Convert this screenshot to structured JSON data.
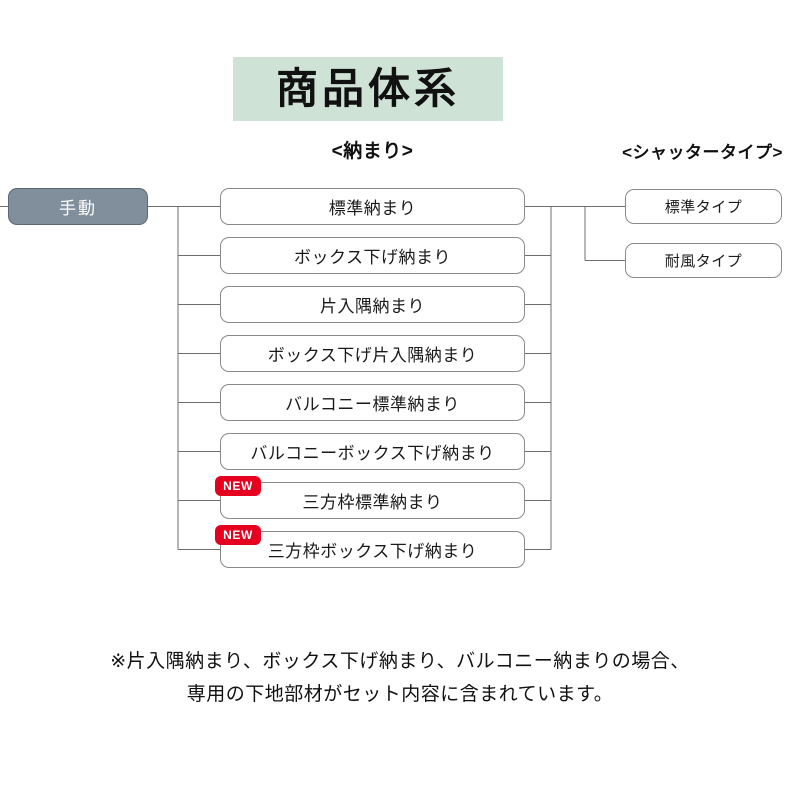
{
  "title": {
    "text": "商品体系",
    "banner_color": "#cfe2d6"
  },
  "columns": {
    "osamari_header": "<納まり>",
    "shutter_header": "<シャッタータイプ>"
  },
  "root": {
    "label": "手動",
    "fill_color": "#818e9c",
    "text_color": "#ffffff"
  },
  "osamari_items": [
    {
      "label": "標準納まり",
      "badge": ""
    },
    {
      "label": "ボックス下げ納まり",
      "badge": ""
    },
    {
      "label": "片入隅納まり",
      "badge": ""
    },
    {
      "label": "ボックス下げ片入隅納まり",
      "badge": ""
    },
    {
      "label": "バルコニー標準納まり",
      "badge": ""
    },
    {
      "label": "バルコニーボックス下げ納まり",
      "badge": ""
    },
    {
      "label": "三方枠標準納まり",
      "badge": "NEW"
    },
    {
      "label": "三方枠ボックス下げ納まり",
      "badge": "NEW"
    }
  ],
  "shutter_items": [
    {
      "label": "標準タイプ"
    },
    {
      "label": "耐風タイプ"
    }
  ],
  "badge": {
    "color": "#e4001e",
    "text_color": "#ffffff"
  },
  "footnote": {
    "line1": "※片入隅納まり、ボックス下げ納まり、バルコニー納まりの場合、",
    "line2": "専用の下地部材がセット内容に含まれています。"
  }
}
